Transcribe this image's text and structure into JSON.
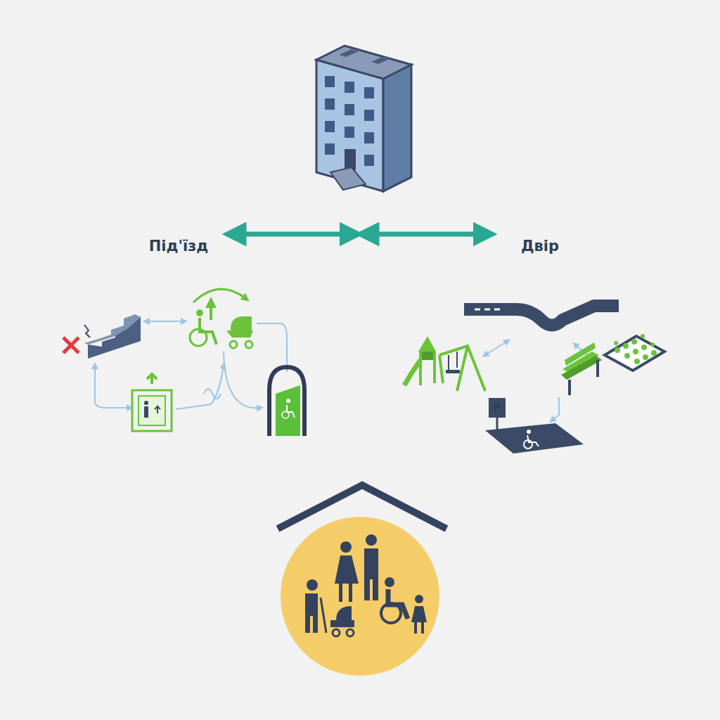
{
  "diagram": {
    "labels": [
      "Під'їзд",
      "Двір",
      "P"
    ]
  }
}
